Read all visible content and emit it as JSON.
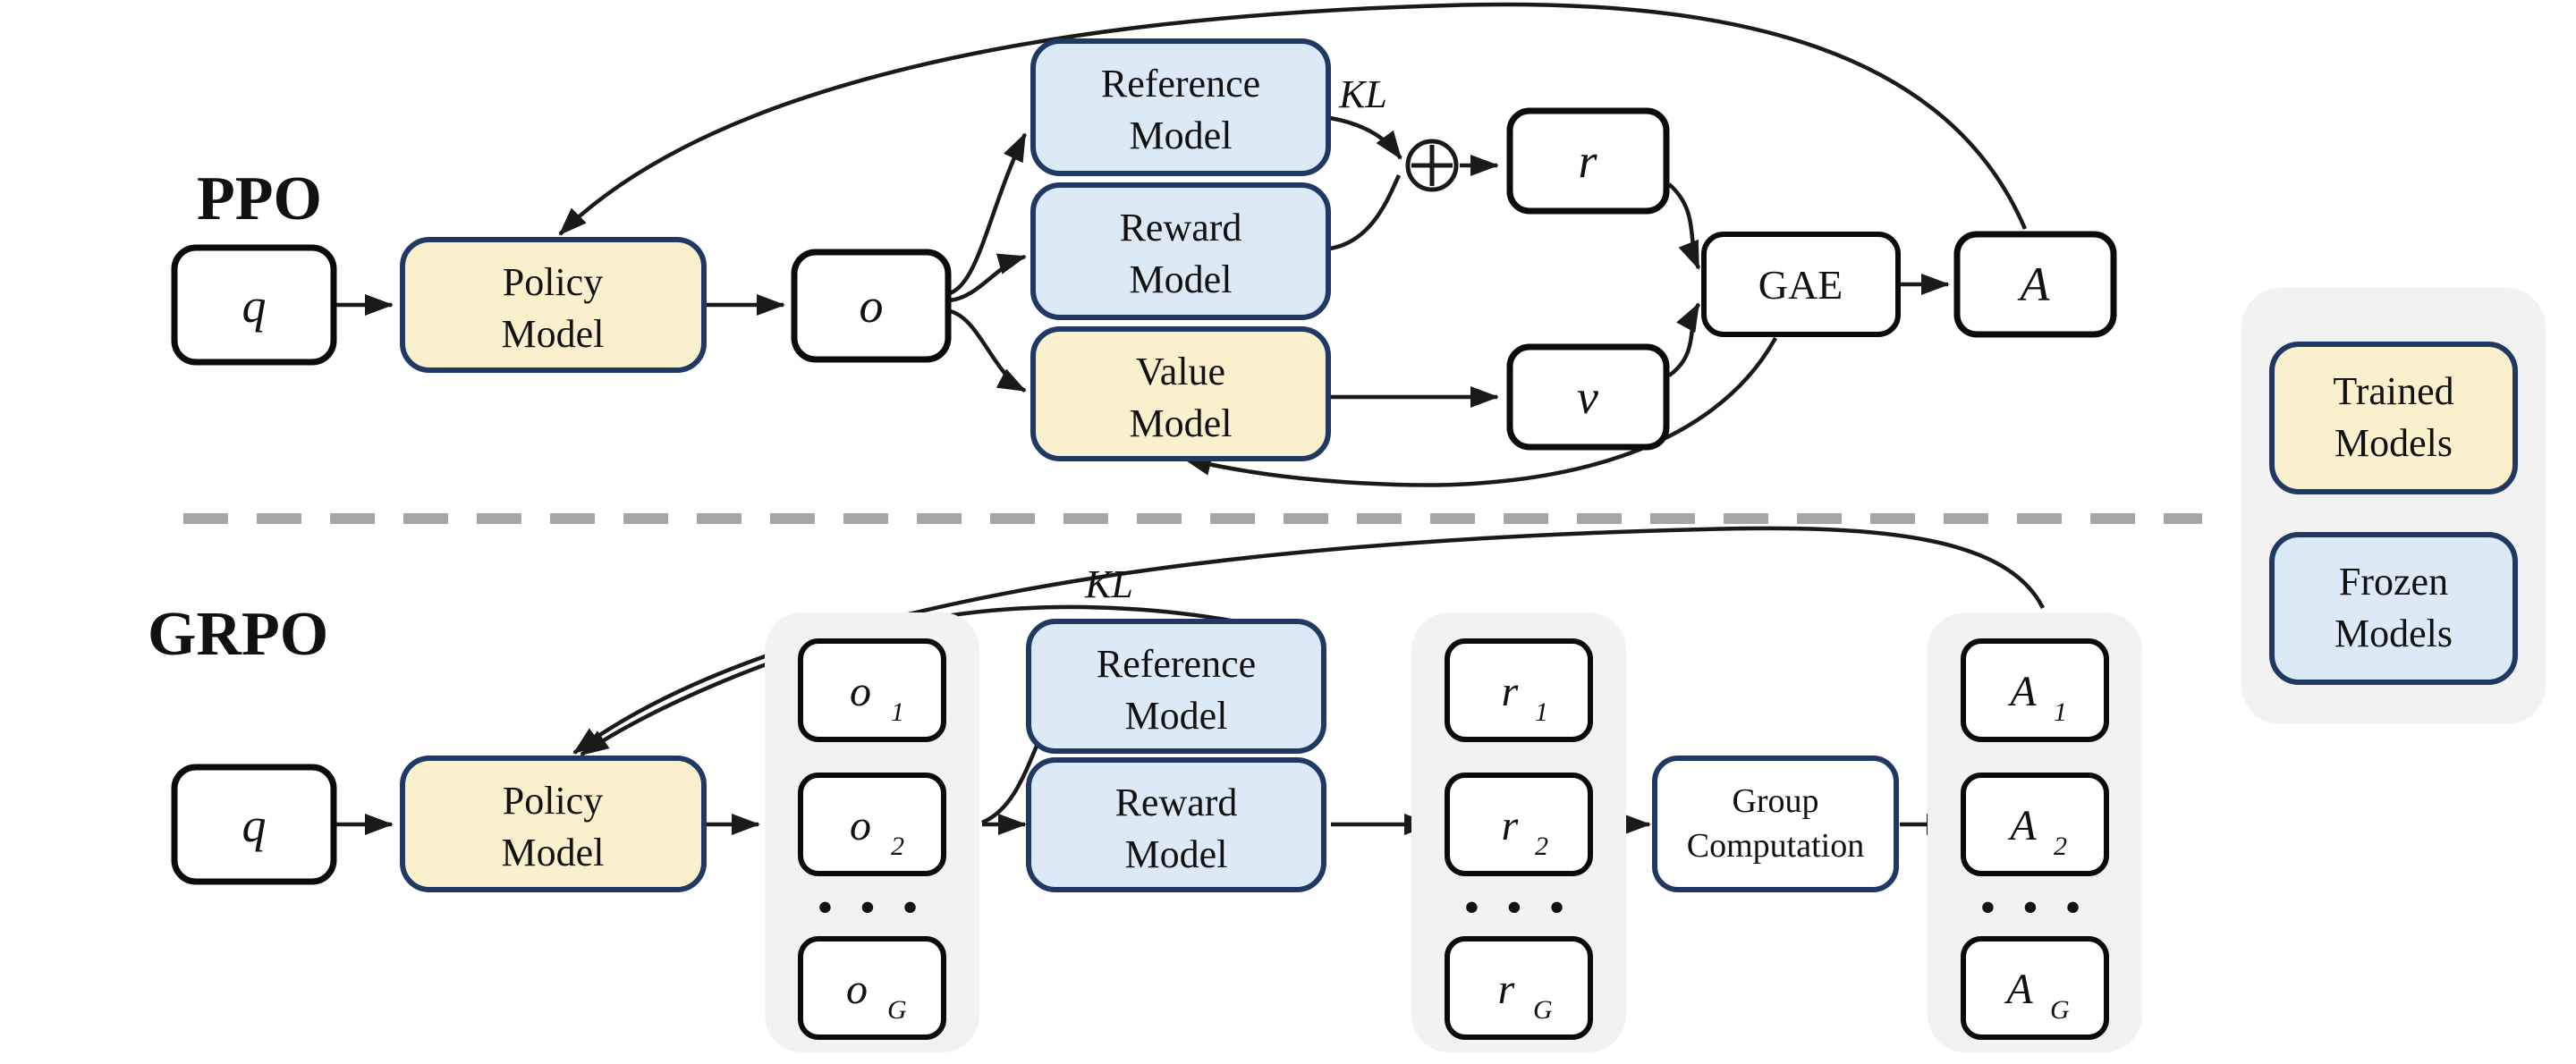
{
  "ppo": {
    "title": "PPO",
    "q_label": "q",
    "o_label": "o",
    "r_label": "r",
    "v_label": "v",
    "a_label": "A",
    "gae_label": "GAE",
    "kl_label": "KL",
    "policy_model": {
      "line1": "Policy",
      "line2": "Model"
    },
    "reference_model": {
      "line1": "Reference",
      "line2": "Model"
    },
    "reward_model": {
      "line1": "Reward",
      "line2": "Model"
    },
    "value_model": {
      "line1": "Value",
      "line2": "Model"
    },
    "oplus_icon": "circle-plus"
  },
  "grpo": {
    "title": "GRPO",
    "q_label": "q",
    "kl_label": "KL",
    "policy_model": {
      "line1": "Policy",
      "line2": "Model"
    },
    "reference_model": {
      "line1": "Reference",
      "line2": "Model"
    },
    "reward_model": {
      "line1": "Reward",
      "line2": "Model"
    },
    "group_computation": {
      "line1": "Group",
      "line2": "Computation"
    },
    "output_group": {
      "letter": "o",
      "sub_1": "1",
      "sub_2": "2",
      "sub_g": "G",
      "ellipsis": "• • •"
    },
    "reward_group": {
      "letter": "r",
      "sub_1": "1",
      "sub_2": "2",
      "sub_g": "G",
      "ellipsis": "• • •"
    },
    "advantage_group": {
      "letter": "A",
      "sub_1": "1",
      "sub_2": "2",
      "sub_g": "G",
      "ellipsis": "• • •"
    }
  },
  "legend": {
    "trained": {
      "line1": "Trained",
      "line2": "Models"
    },
    "frozen": {
      "line1": "Frozen",
      "line2": "Models"
    }
  },
  "colors": {
    "trained_fill": "#FBF0CE",
    "frozen_fill": "#DCE9F6",
    "border_navy": "#1F3864",
    "box_black": "#0B0B0B",
    "container_gray": "#F2F2F2",
    "divider_gray": "#A6A6A6",
    "line_black": "#1A1A1A",
    "white": "#FFFFFF"
  }
}
